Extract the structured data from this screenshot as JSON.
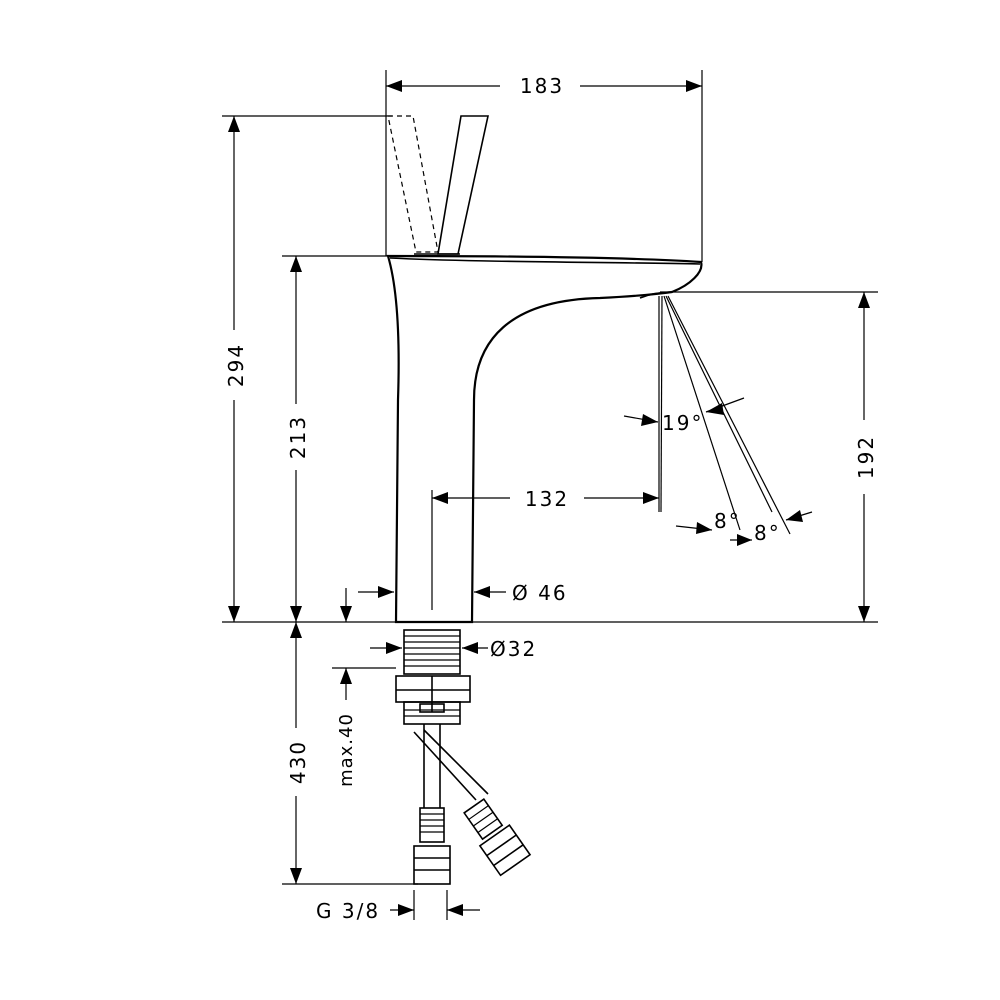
{
  "dimensions": {
    "overall_width": "183",
    "overall_height": "294",
    "body_height": "213",
    "spout_reach": "132",
    "spout_height": "192",
    "body_diameter": "Ø 46",
    "shank_diameter": "Ø32",
    "below_deck_length": "430",
    "max_deck_thickness": "max.40",
    "connection_thread": "G 3/8"
  },
  "angles": {
    "spray_angle": "19°",
    "angle_a": "8°",
    "angle_b": "8°"
  }
}
